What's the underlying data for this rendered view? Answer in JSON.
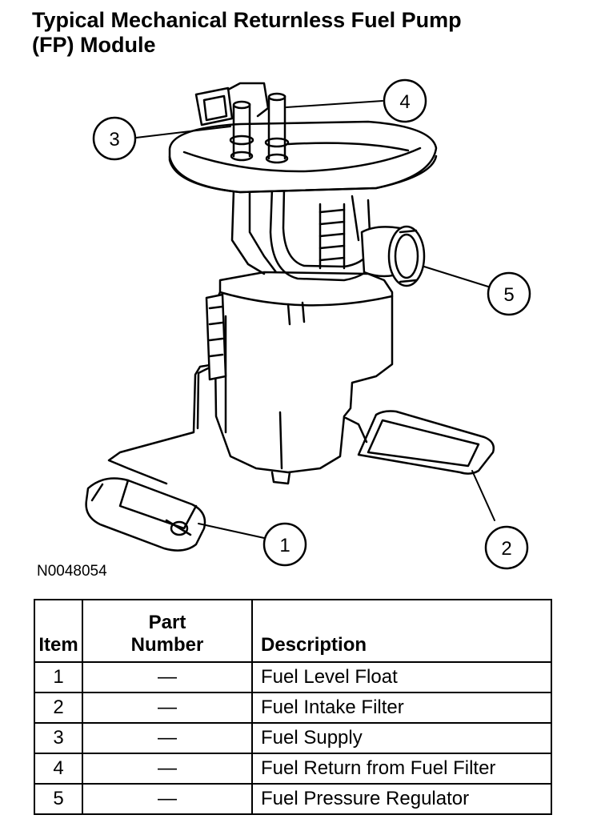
{
  "title": {
    "line1": "Typical Mechanical Returnless Fuel Pump",
    "line2": "(FP) Module"
  },
  "figure_code": "N0048054",
  "callouts": [
    "1",
    "2",
    "3",
    "4",
    "5"
  ],
  "table": {
    "headers": {
      "item": "Item",
      "part_line1": "Part",
      "part_line2": "Number",
      "description": "Description"
    },
    "rows": [
      {
        "item": "1",
        "part": "—",
        "description": "Fuel Level Float"
      },
      {
        "item": "2",
        "part": "—",
        "description": "Fuel Intake Filter"
      },
      {
        "item": "3",
        "part": "—",
        "description": "Fuel Supply"
      },
      {
        "item": "4",
        "part": "—",
        "description": "Fuel Return from Fuel Filter"
      },
      {
        "item": "5",
        "part": "—",
        "description": "Fuel Pressure Regulator"
      }
    ]
  }
}
